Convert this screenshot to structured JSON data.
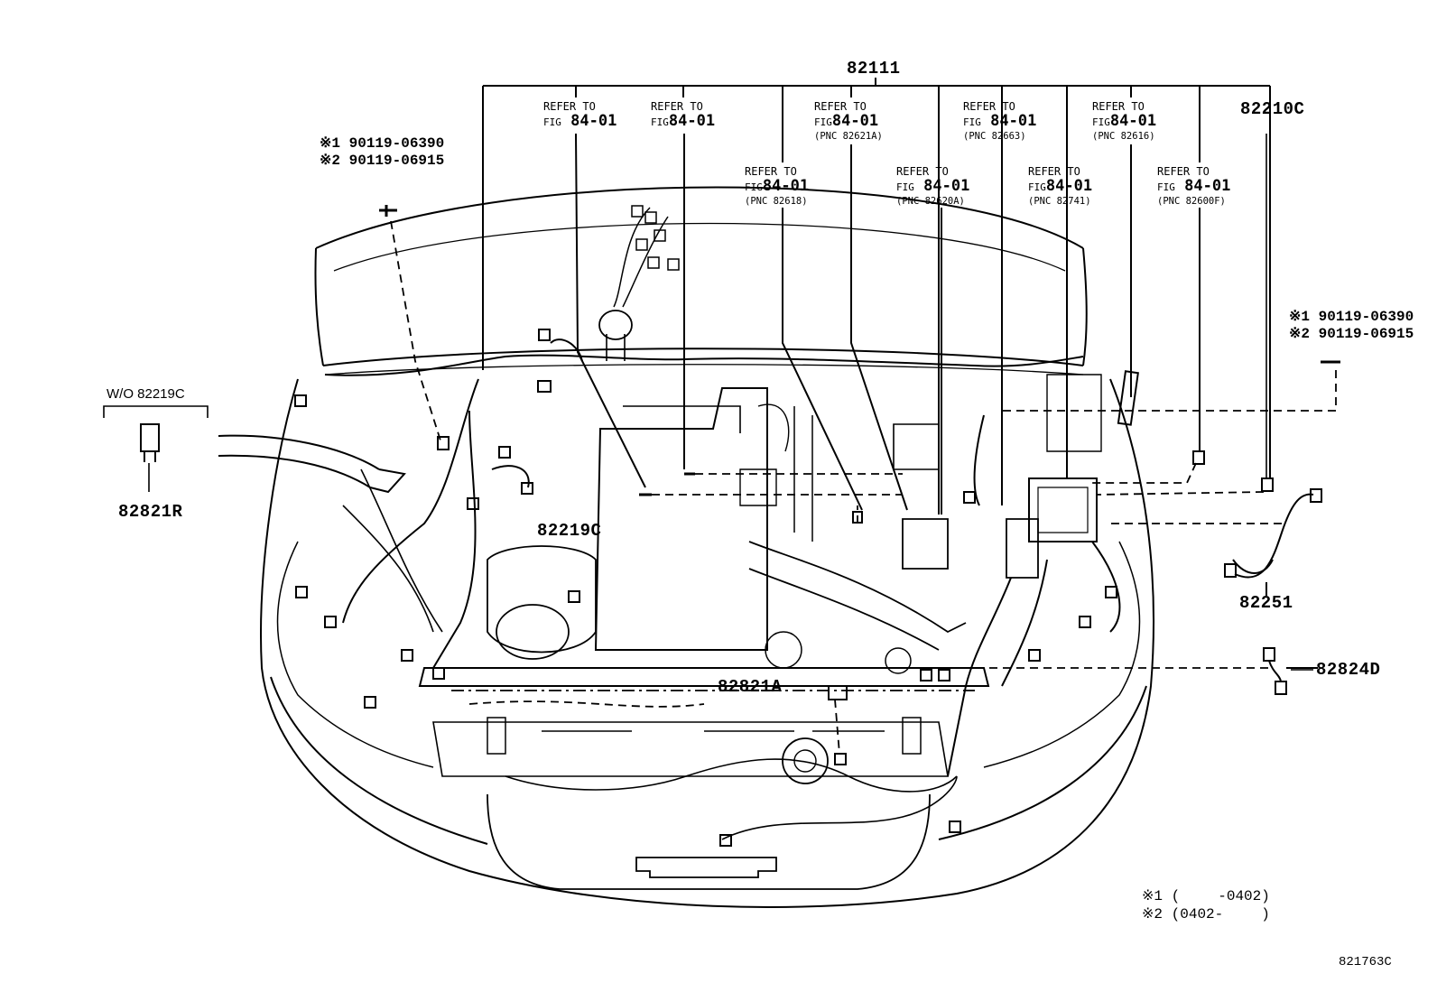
{
  "parts": {
    "main_harness": "82111",
    "wire_82210c": "82210C",
    "sensor_82821r": "82821R",
    "wo_note": "W/O 82219C",
    "wire_82219c": "82219C",
    "wire_82821a": "82821A",
    "wire_82251": "82251",
    "wire_82824d": "82824D"
  },
  "bolts": {
    "left": {
      "line1": "※1 90119-06390",
      "line2": "※2 90119-06915"
    },
    "right": {
      "line1": "※1 90119-06390",
      "line2": "※2 90119-06915"
    }
  },
  "refer_callouts": [
    {
      "refer": "REFER TO",
      "fig_prefix": "FIG",
      "fig": "84-01",
      "pnc": ""
    },
    {
      "refer": "REFER TO",
      "fig_prefix": "FIG",
      "fig": "84-01",
      "pnc": ""
    },
    {
      "refer": "REFER TO",
      "fig_prefix": "FIG",
      "fig": "84-01",
      "pnc": "(PNC 82621A)"
    },
    {
      "refer": "REFER TO",
      "fig_prefix": "FIG",
      "fig": "84-01",
      "pnc": "(PNC 82663)"
    },
    {
      "refer": "REFER TO",
      "fig_prefix": "FIG",
      "fig": "84-01",
      "pnc": "(PNC 82616)"
    },
    {
      "refer": "REFER TO",
      "fig_prefix": "FIG",
      "fig": "84-01",
      "pnc": "(PNC 82618)"
    },
    {
      "refer": "REFER TO",
      "fig_prefix": "FIG",
      "fig": "84-01",
      "pnc": "(PNC 82620A)"
    },
    {
      "refer": "REFER TO",
      "fig_prefix": "FIG",
      "fig": "84-01",
      "pnc": "(PNC 82741)"
    },
    {
      "refer": "REFER TO",
      "fig_prefix": "FIG",
      "fig": "84-01",
      "pnc": "(PNC 82600F)"
    }
  ],
  "legend": {
    "row1": {
      "mark": "※1",
      "open": "(",
      "value": "-0402)"
    },
    "row2": {
      "mark": "※2",
      "open": "(",
      "value": "0402-",
      "close": ")"
    }
  },
  "figure_code": "821763C"
}
